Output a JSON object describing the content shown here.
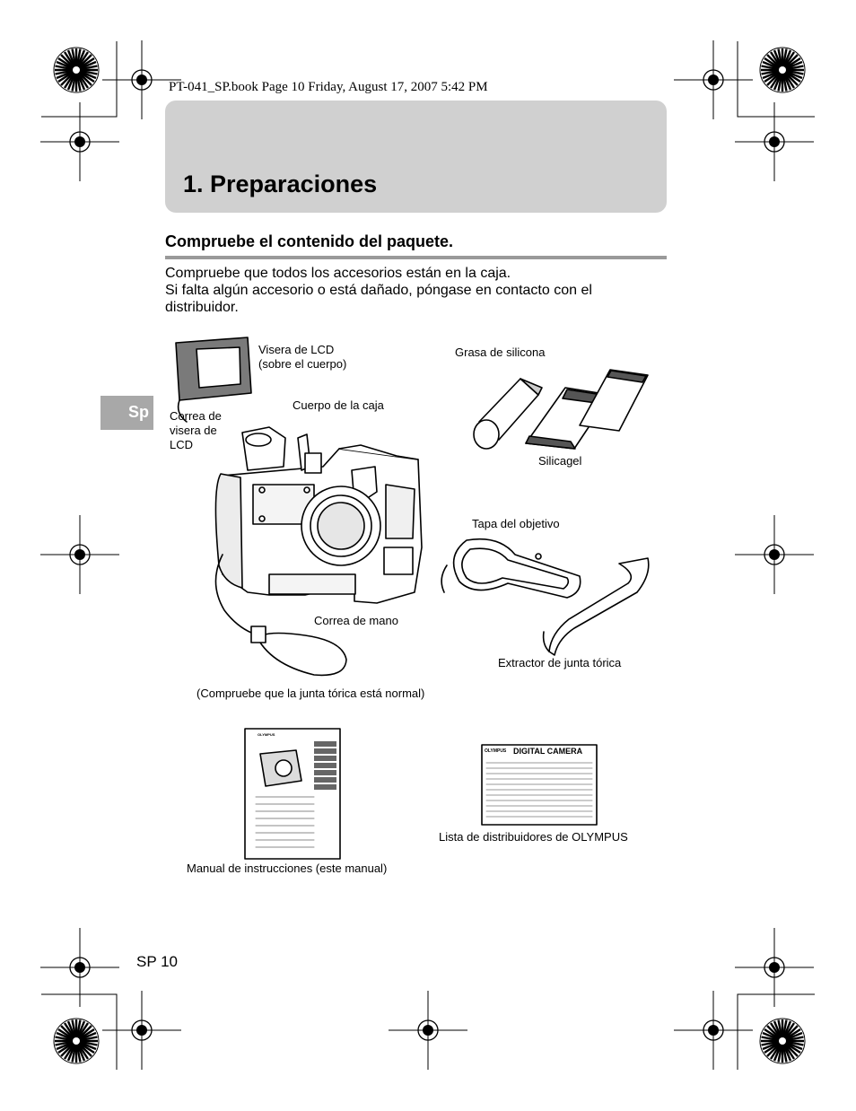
{
  "header_line": "PT-041_SP.book  Page 10  Friday, August 17, 2007  5:42 PM",
  "page_title": "1. Preparaciones",
  "section_heading": "Compruebe el contenido del paquete.",
  "intro_lines": [
    "Compruebe que todos los accesorios están en la caja.",
    "Si falta algún accesorio o está dañado, póngase en contacto con el",
    "distribuidor."
  ],
  "language_tab": "Sp",
  "labels": {
    "lcd_visor": [
      "Visera de LCD",
      "(sobre el cuerpo)"
    ],
    "lcd_visor_strap": [
      "Correa de",
      "visera de",
      "LCD"
    ],
    "case_body": "Cuerpo de la caja",
    "silicone_grease": "Grasa de silicona",
    "silicagel": "Silicagel",
    "lens_cap": "Tapa del objetivo",
    "hand_strap": "Correa de mano",
    "oring_remover": "Extractor de junta tórica",
    "oring_note": "(Compruebe que la junta tórica está normal)",
    "manual": "Manual de instrucciones (este manual)",
    "distributor_list": "Lista de distribuidores de OLYMPUS"
  },
  "booklets": {
    "manual_brand": "OLYMPUS",
    "list_brand": "OLYMPUS",
    "list_title": "DIGITAL CAMERA"
  },
  "page_number": "SP 10",
  "colors": {
    "title_band": "#d0d0d0",
    "section_rule": "#9a9a9a",
    "language_tab": "#a8a8a8"
  }
}
